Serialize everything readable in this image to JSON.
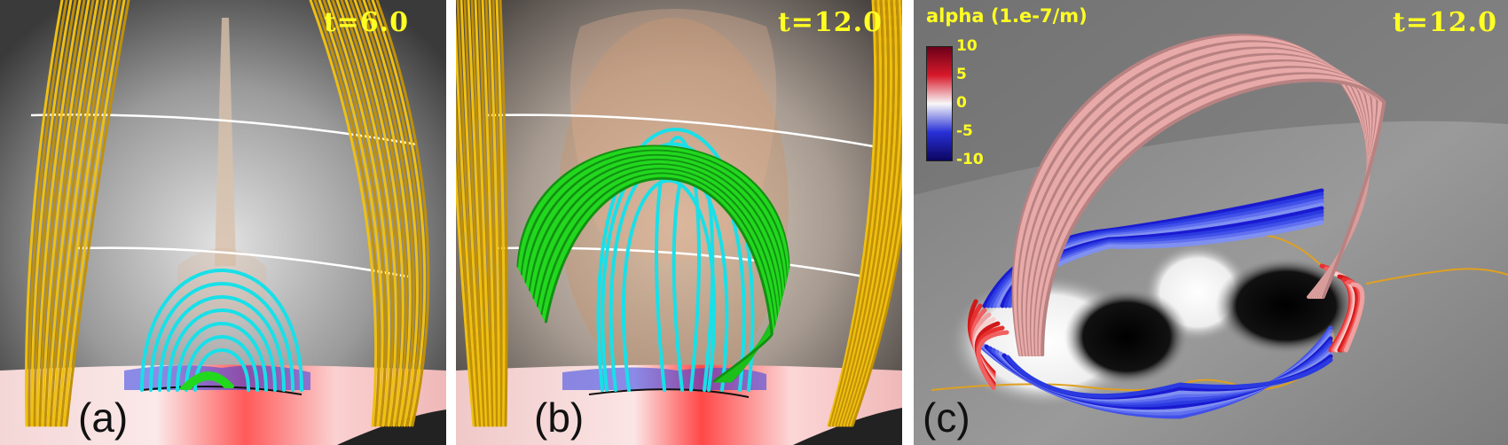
{
  "panel_a": {
    "time_label": "t=6.0",
    "panel_label": "(a)"
  },
  "panel_b": {
    "time_label": "t=12.0",
    "panel_label": "(b)"
  },
  "panel_c": {
    "time_label": "t=12.0",
    "panel_label": "(c)",
    "colorbar": {
      "title": "alpha (1.e-7/m)",
      "ticks": [
        "10",
        "5",
        "0",
        "-5",
        "-10"
      ],
      "colors": [
        "#6b0018",
        "#d7192a",
        "#f8f8f8",
        "#2830d8",
        "#0c0660"
      ]
    }
  },
  "colors": {
    "time_label": "#ffff22",
    "open_field_lines": "#f0c010",
    "closed_loops": "#18e0e8",
    "flux_rope": "#22d81e",
    "overlying_arch": "#e8aaa8"
  }
}
